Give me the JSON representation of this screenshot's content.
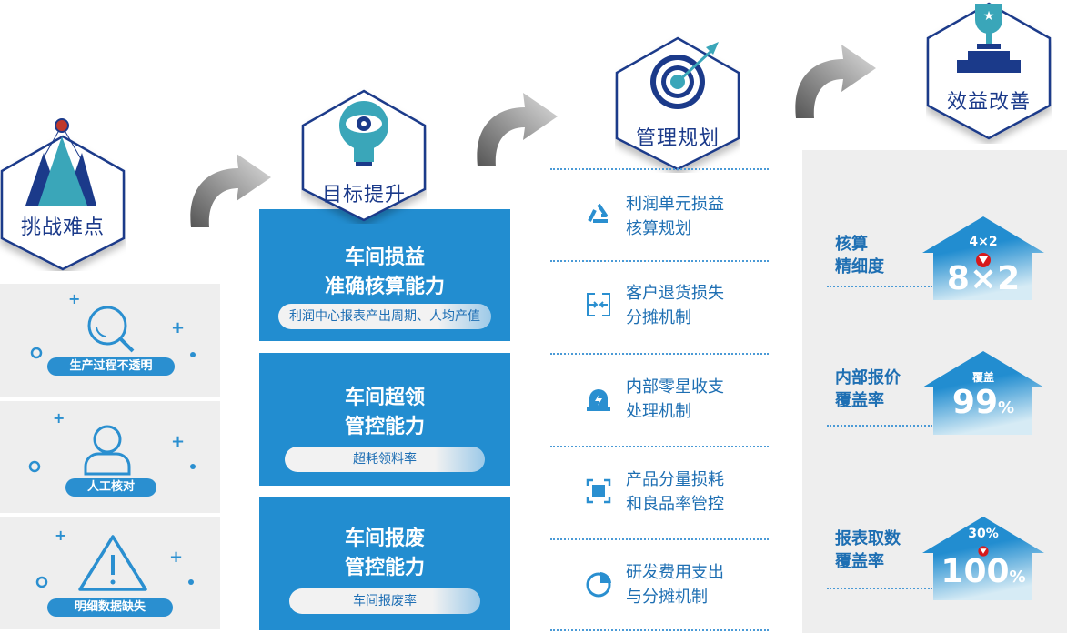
{
  "stages": {
    "challenge": {
      "title": "挑战难点",
      "items": [
        {
          "label": "生产过程不透明",
          "icon": "magnifier-icon"
        },
        {
          "label": "人工核对",
          "icon": "person-icon"
        },
        {
          "label": "明细数据缺失",
          "icon": "warning-icon"
        }
      ]
    },
    "goal": {
      "title": "目标提升",
      "items": [
        {
          "line1": "车间损益",
          "line2": "准确核算能力",
          "sub": "利润中心报表产出周期、人均产值"
        },
        {
          "line1": "车间超领",
          "line2": "管控能力",
          "sub": "超耗领料率"
        },
        {
          "line1": "车间报废",
          "line2": "管控能力",
          "sub": "车间报废率"
        }
      ]
    },
    "plan": {
      "title": "管理规划",
      "items": [
        {
          "line1": "利润单元损益",
          "line2": "核算规划",
          "icon": "recycle-icon"
        },
        {
          "line1": "客户退货损失",
          "line2": "分摊机制",
          "icon": "merge-icon"
        },
        {
          "line1": "内部零星收支",
          "line2": "处理机制",
          "icon": "alarm-icon"
        },
        {
          "line1": "产品分量损耗",
          "line2": "和良品率管控",
          "icon": "scan-icon"
        },
        {
          "line1": "研发费用支出",
          "line2": "与分摊机制",
          "icon": "pie-chart-icon"
        }
      ]
    },
    "benefit": {
      "title": "效益改善",
      "items": [
        {
          "line1": "核算",
          "line2": "精细度",
          "before": "4×2",
          "after": "8×2",
          "after_unit": ""
        },
        {
          "line1": "内部报价",
          "line2": "覆盖率",
          "before": "覆盖",
          "after": "99",
          "after_unit": "%"
        },
        {
          "line1": "报表取数",
          "line2": "覆盖率",
          "before": "30%",
          "after": "100",
          "after_unit": "%"
        }
      ]
    }
  },
  "colors": {
    "primary": "#228dd0",
    "dark": "#1b3a8a",
    "teal": "#3aa6b9",
    "red": "#d7191c",
    "panel": "#eeeeee"
  }
}
